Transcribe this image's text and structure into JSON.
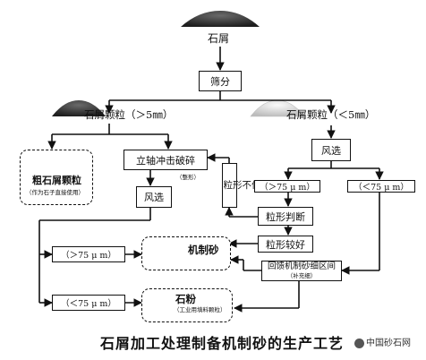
{
  "diagram": {
    "title": "石屑加工处理制备机制砂的生产工艺",
    "watermark": "中国砂石网",
    "nodes": {
      "top_material": "石屑",
      "sieve": "筛分",
      "coarse_branch": "石屑颗粒（＞5㎜）",
      "fine_branch": "石屑颗粒（＜5㎜）",
      "coarse_product": "粗石屑颗粒",
      "coarse_product_note": "（作为石子直接使用）",
      "vsi": "立轴冲击破碎",
      "vsi_note": "（整形）",
      "poor_shape": "粒形不佳",
      "air_sep_left": "风选",
      "air_sep_right": "风选",
      "gt75_right": "（＞75 μ m）",
      "lt75_right": "（＜75 μ m）",
      "shape_judge": "粒形判断",
      "good_shape": "粒形较好",
      "gt75_left": "（＞75 μ m）",
      "lt75_left": "（＜75 μ m）",
      "machine_sand": "机制砂",
      "return_gradation": "回馈机制砂细区间",
      "return_note": "（补充细）",
      "stone_powder": "石粉",
      "stone_powder_note": "（工业用填料颗粒）"
    },
    "colors": {
      "line": "#111111",
      "pile_dark": "#2e2e2e",
      "pile_light": "#d8d8d8"
    }
  }
}
